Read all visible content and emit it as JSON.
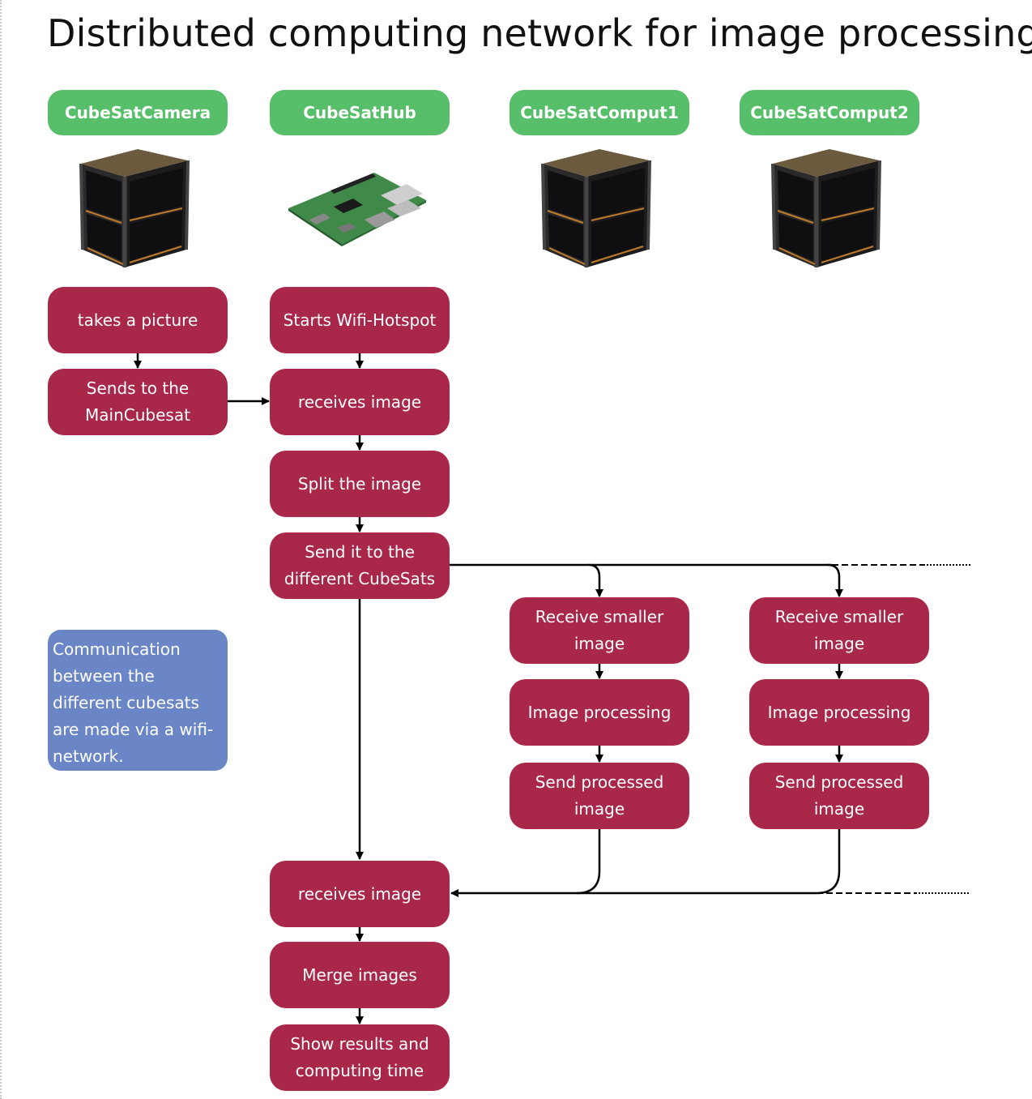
{
  "title": "Distributed computing network for image processing",
  "colors": {
    "header_green": "#57be6a",
    "step_red": "#a9284a",
    "note_blue": "#6a86c6",
    "text_white": "#ffffff",
    "line_black": "#000000"
  },
  "columns": [
    {
      "header": "CubeSatCamera",
      "image": "cubesat-icon"
    },
    {
      "header": "CubeSatHub",
      "image": "raspberry-pi-board-icon"
    },
    {
      "header": "CubeSatComput1",
      "image": "cubesat-icon"
    },
    {
      "header": "CubeSatComput2",
      "image": "cubesat-icon"
    }
  ],
  "camera_steps": [
    "takes a picture",
    "Sends to the MainCubesat"
  ],
  "hub_steps": [
    "Starts Wifi-Hotspot",
    "receives image",
    "Split the image",
    "Send it to the different CubeSats",
    "receives image",
    "Merge images",
    "Show results and computing time"
  ],
  "comput1_steps": [
    "Receive smaller image",
    "Image processing",
    "Send processed image"
  ],
  "comput2_steps": [
    "Receive smaller image",
    "Image processing",
    "Send processed image"
  ],
  "note": "Communication between the different cubesats are made via a wifi-network."
}
